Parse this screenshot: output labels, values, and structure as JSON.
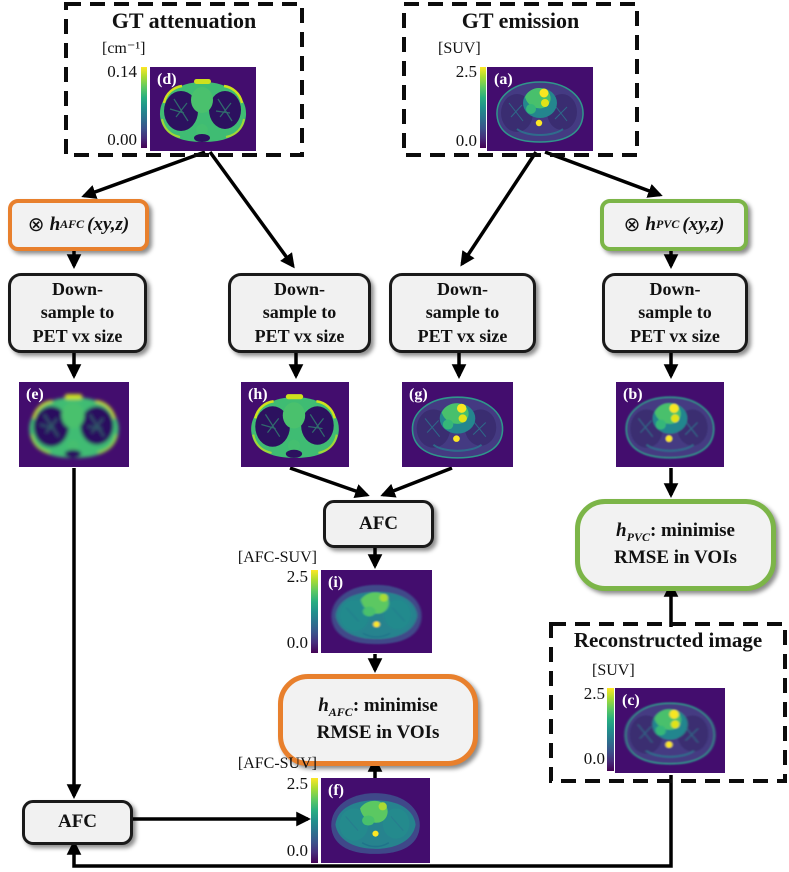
{
  "gt_attenuation": {
    "title": "GT attenuation",
    "unit": "[cm⁻¹]",
    "max": "0.14",
    "min": "0.00",
    "image_label": "(d)"
  },
  "gt_emission": {
    "title": "GT emission",
    "unit": "[SUV]",
    "max": "2.5",
    "min": "0.0",
    "image_label": "(a)"
  },
  "conv_afc": {
    "otimes": "⊗",
    "var": "h",
    "sub": "AFC",
    "args": "(xy,z)"
  },
  "conv_pvc": {
    "otimes": "⊗",
    "var": "h",
    "sub": "PVC",
    "args": "(xy,z)"
  },
  "downsample": {
    "line1": "Down-",
    "line2": "sample to",
    "line3": "PET vx size"
  },
  "scan_labels": {
    "e": "(e)",
    "h": "(h)",
    "g": "(g)",
    "b": "(b)"
  },
  "afc_top_label": "AFC",
  "afc_bottom_label": "AFC",
  "i_block": {
    "unit": "[AFC-SUV]",
    "max": "2.5",
    "min": "0.0",
    "image_label": "(i)"
  },
  "f_block": {
    "unit": "[AFC-SUV]",
    "max": "2.5",
    "min": "0.0",
    "image_label": "(f)"
  },
  "minimise_afc": {
    "var": "h",
    "sub": "AFC",
    "post": ": minimise",
    "line2": "RMSE in VOIs"
  },
  "minimise_pvc": {
    "var": "h",
    "sub": "PVC",
    "post": ": minimise",
    "line2": "RMSE in VOIs"
  },
  "recon": {
    "title": "Reconstructed image",
    "unit": "[SUV]",
    "max": "2.5",
    "min": "0.0",
    "image_label": "(c)"
  },
  "colors": {
    "accent_orange": "#E8802D",
    "accent_green": "#7CB548",
    "colormap_top": "#FDE725",
    "colormap_bottom": "#440154"
  }
}
